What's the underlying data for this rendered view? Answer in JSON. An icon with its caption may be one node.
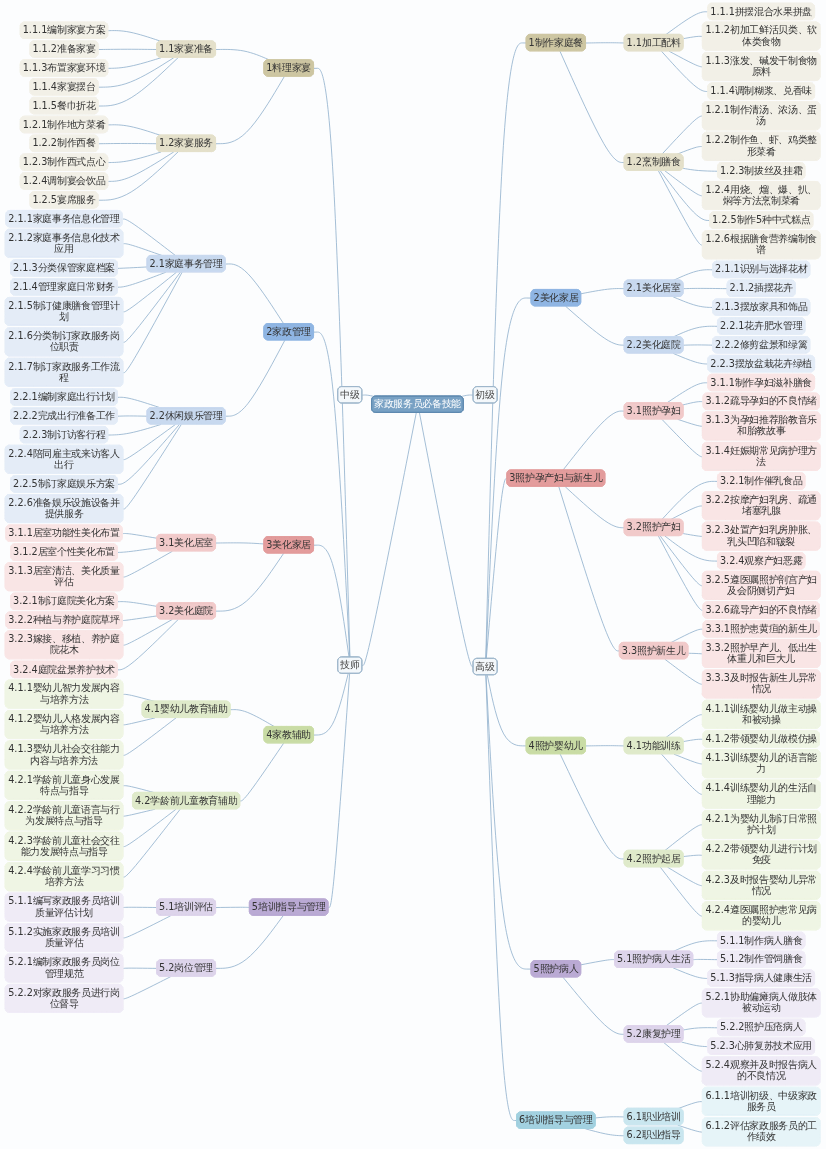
{
  "diagram": {
    "nodes": [
      {
        "text": [
          "家政服务员必备技能"
        ]
      },
      {
        "text": [
          "初级"
        ]
      },
      {
        "text": [
          "中级"
        ]
      },
      {
        "text": [
          "技师"
        ]
      },
      {
        "text": [
          "1料理家宴"
        ]
      },
      {
        "text": [
          "1.1家宴准备"
        ]
      },
      {
        "text": [
          "1.1.1编制家宴方案"
        ]
      },
      {
        "text": [
          "1.1.2准备家宴"
        ]
      },
      {
        "text": [
          "1.1.3布置家宴环境"
        ]
      },
      {
        "text": [
          "1.1.4家宴摆台"
        ]
      },
      {
        "text": [
          "1.1.5餐巾折花"
        ]
      },
      {
        "text": [
          "1.2家宴服务"
        ]
      },
      {
        "text": [
          "1.2.1制作地方菜肴"
        ]
      },
      {
        "text": [
          "1.2.2制作西餐"
        ]
      },
      {
        "text": [
          "1.2.3制作西式点心"
        ]
      },
      {
        "text": [
          "1.2.4调制宴会饮品"
        ]
      },
      {
        "text": [
          "1.2.5宴席服务"
        ]
      },
      {
        "text": [
          "2家政管理"
        ]
      },
      {
        "text": [
          "2.1家庭事务管理"
        ]
      },
      {
        "text": [
          "2.1.1家庭事务信息化管理"
        ]
      },
      {
        "text": [
          "2.1.2家庭事务信息化技术应用"
        ]
      },
      {
        "text": [
          "2.1.3分类保管家庭档案"
        ]
      },
      {
        "text": [
          "2.1.4管理家庭日常财务"
        ]
      },
      {
        "text": [
          "2.1.5制订健康膳食管理计划"
        ]
      },
      {
        "text": [
          "2.1.6分类制订家政服务岗位职责"
        ]
      },
      {
        "text": [
          "2.1.7制订家政服务工作流程"
        ]
      },
      {
        "text": [
          "2.2休闲娱乐管理"
        ]
      },
      {
        "text": [
          "2.2.1编制家庭出行计划"
        ]
      },
      {
        "text": [
          "2.2.2完成出行准备工作"
        ]
      },
      {
        "text": [
          "2.2.3制订访客行程"
        ]
      },
      {
        "text": [
          "2.2.4陪同雇主或来访客人出行"
        ]
      },
      {
        "text": [
          "2.2.5制订家庭娱乐方案"
        ]
      },
      {
        "text": [
          "2.2.6准备娱乐设施设备并提供服务"
        ]
      },
      {
        "text": [
          "3美化家居"
        ]
      },
      {
        "text": [
          "3.1美化居室"
        ]
      },
      {
        "text": [
          "3.1.1居室功能性美化布置"
        ]
      },
      {
        "text": [
          "3.1.2居室个性美化布置"
        ]
      },
      {
        "text": [
          "3.1.3居室清洁、美化质量评估"
        ]
      },
      {
        "text": [
          "3.2美化庭院"
        ]
      },
      {
        "text": [
          "3.2.1制订庭院美化方案"
        ]
      },
      {
        "text": [
          "3.2.2种植与养护庭院草坪"
        ]
      },
      {
        "text": [
          "3.2.3嫁接、移植、养护庭院花木"
        ]
      },
      {
        "text": [
          "3.2.4庭院盆景养护技术"
        ]
      },
      {
        "text": [
          "4家教辅助"
        ]
      },
      {
        "text": [
          "4.1婴幼儿教育辅助"
        ]
      },
      {
        "text": [
          "4.1.1婴幼儿智力发展内容与培养方法"
        ]
      },
      {
        "text": [
          "4.1.2婴幼儿人格发展内容与培养方法"
        ]
      },
      {
        "text": [
          "4.1.3婴幼儿社会交往能力内容与培养方法"
        ]
      },
      {
        "text": [
          "4.2学龄前儿童教育辅助"
        ]
      },
      {
        "text": [
          "4.2.1学龄前儿童身心发展特点与指导"
        ]
      },
      {
        "text": [
          "4.2.2学龄前儿童语言与行为发展特点与指导"
        ]
      },
      {
        "text": [
          "4.2.3学龄前儿童社会交往能力发展特点与指导"
        ]
      },
      {
        "text": [
          "4.2.4学龄前儿童学习习惯培养方法"
        ]
      },
      {
        "text": [
          "5培训指导与管理"
        ]
      },
      {
        "text": [
          "5.1培训评估"
        ]
      },
      {
        "text": [
          "5.1.1编写家政服务员培训质量评估计划"
        ]
      },
      {
        "text": [
          "5.1.2实施家政服务员培训质量评估"
        ]
      },
      {
        "text": [
          "5.2岗位管理"
        ]
      },
      {
        "text": [
          "5.2.1编制家政服务员岗位管理规范"
        ]
      },
      {
        "text": [
          "5.2.2对家政服务员进行岗位督导"
        ]
      },
      {
        "text": [
          "高级"
        ]
      },
      {
        "text": [
          "1制作家庭餐"
        ]
      },
      {
        "text": [
          "1.1加工配料"
        ]
      },
      {
        "text": [
          "1.1.1拼摆混合水果拼盘"
        ]
      },
      {
        "text": [
          "1.1.2初加工鲜活贝类、软体类食物"
        ]
      },
      {
        "text": [
          "1.1.3涨发、碱发干制食物原料"
        ]
      },
      {
        "text": [
          "1.1.4调制糊浆、兑香味"
        ]
      },
      {
        "text": [
          "1.2烹制膳食"
        ]
      },
      {
        "text": [
          "1.2.1制作清汤、浓汤、蛋汤"
        ]
      },
      {
        "text": [
          "1.2.2制作鱼、虾、鸡类整形菜肴"
        ]
      },
      {
        "text": [
          "1.2.3制拔丝及挂霜"
        ]
      },
      {
        "text": [
          "1.2.4用烧、熘、爆、扒、焖等方法烹制菜肴"
        ]
      },
      {
        "text": [
          "1.2.5制作5种中式糕点"
        ]
      },
      {
        "text": [
          "1.2.6根据膳食营养编制食谱"
        ]
      },
      {
        "text": [
          "2美化家居"
        ]
      },
      {
        "text": [
          "2.1美化居室"
        ]
      },
      {
        "text": [
          "2.1.1识别与选择花材"
        ]
      },
      {
        "text": [
          "2.1.2插摆花卉"
        ]
      },
      {
        "text": [
          "2.1.3摆放家具和饰品"
        ]
      },
      {
        "text": [
          "2.2美化庭院"
        ]
      },
      {
        "text": [
          "2.2.1花卉肥水管理"
        ]
      },
      {
        "text": [
          "2.2.2修剪盆景和绿篱"
        ]
      },
      {
        "text": [
          "2.2.3摆放盆栽花卉绿植"
        ]
      },
      {
        "text": [
          "3照护孕产妇与新生儿"
        ]
      },
      {
        "text": [
          "3.1照护孕妇"
        ]
      },
      {
        "text": [
          "3.1.1制作孕妇滋补膳食"
        ]
      },
      {
        "text": [
          "3.1.2疏导孕妇的不良情绪"
        ]
      },
      {
        "text": [
          "3.1.3为孕妇推荐胎教音乐和胎教故事"
        ]
      },
      {
        "text": [
          "3.1.4妊娠期常见病护理方法"
        ]
      },
      {
        "text": [
          "3.2照护产妇"
        ]
      },
      {
        "text": [
          "3.2.1制作催乳食品"
        ]
      },
      {
        "text": [
          "3.2.2按摩产妇乳房、疏通堵塞乳腺"
        ]
      },
      {
        "text": [
          "3.2.3处置产妇乳房肿胀、乳头凹陷和皲裂"
        ]
      },
      {
        "text": [
          "3.2.4观察产妇恶露"
        ]
      },
      {
        "text": [
          "3.2.5遵医嘱照护剖宫产妇及会阴侧切产妇"
        ]
      },
      {
        "text": [
          "3.2.6疏导产妇的不良情绪"
        ]
      },
      {
        "text": [
          "3.3照护新生儿"
        ]
      },
      {
        "text": [
          "3.3.1照护患黄疸的新生儿"
        ]
      },
      {
        "text": [
          "3.3.2照护早产儿、低出生体重儿和巨大儿"
        ]
      },
      {
        "text": [
          "3.3.3及时报告新生儿异常情况"
        ]
      },
      {
        "text": [
          "4照护婴幼儿"
        ]
      },
      {
        "text": [
          "4.1功能训练"
        ]
      },
      {
        "text": [
          "4.1.1训练婴幼儿做主动操和被动操"
        ]
      },
      {
        "text": [
          "4.1.2带领婴幼儿做模仿操"
        ]
      },
      {
        "text": [
          "4.1.3训练婴幼儿的语言能力"
        ]
      },
      {
        "text": [
          "4.1.4训练婴幼儿的生活自理能力"
        ]
      },
      {
        "text": [
          "4.2照护起居"
        ]
      },
      {
        "text": [
          "4.2.1为婴幼儿制订日常照护计划"
        ]
      },
      {
        "text": [
          "4.2.2带领婴幼儿进行计划免疫"
        ]
      },
      {
        "text": [
          "4.2.3及时报告婴幼儿异常情况"
        ]
      },
      {
        "text": [
          "4.2.4遵医嘱照护患常见病的婴幼儿"
        ]
      },
      {
        "text": [
          "5照护病人"
        ]
      },
      {
        "text": [
          "5.1照护病人生活"
        ]
      },
      {
        "text": [
          "5.1.1制作病人膳食"
        ]
      },
      {
        "text": [
          "5.1.2制作管饲膳食"
        ]
      },
      {
        "text": [
          "5.1.3指导病人健康生活"
        ]
      },
      {
        "text": [
          "5.2康复护理"
        ]
      },
      {
        "text": [
          "5.2.1协助偏瘫病人做肢体被动运动"
        ]
      },
      {
        "text": [
          "5.2.2照护压疮病人"
        ]
      },
      {
        "text": [
          "5.2.3心肺复苏技术应用"
        ]
      },
      {
        "text": [
          "5.2.4观察并及时报告病人的不良情况"
        ]
      },
      {
        "text": [
          "6培训指导与管理"
        ]
      },
      {
        "text": [
          "6.1职业培训"
        ]
      },
      {
        "text": [
          "6.1.1培训初级、中级家政服务员"
        ]
      },
      {
        "text": [
          "6.1.2评估家政服务员的工作绩效"
        ]
      },
      {
        "text": [
          "6.2职业指导"
        ]
      }
    ],
    "edges": [
      {
        "from": 0,
        "to": 1,
        "arrow": "none"
      },
      {
        "from": 0,
        "to": 2,
        "arrow": "none"
      },
      {
        "from": 0,
        "to": 3,
        "arrow": "none"
      },
      {
        "from": 3,
        "to": 4,
        "arrow": "none"
      },
      {
        "from": 4,
        "to": 5,
        "arrow": "none"
      },
      {
        "from": 5,
        "to": 6,
        "arrow": "none"
      },
      {
        "from": 5,
        "to": 7,
        "arrow": "none"
      },
      {
        "from": 5,
        "to": 8,
        "arrow": "none"
      },
      {
        "from": 5,
        "to": 9,
        "arrow": "none"
      },
      {
        "from": 5,
        "to": 10,
        "arrow": "none"
      },
      {
        "from": 4,
        "to": 11,
        "arrow": "none"
      },
      {
        "from": 11,
        "to": 12,
        "arrow": "none"
      },
      {
        "from": 11,
        "to": 13,
        "arrow": "none"
      },
      {
        "from": 11,
        "to": 14,
        "arrow": "none"
      },
      {
        "from": 11,
        "to": 15,
        "arrow": "none"
      },
      {
        "from": 11,
        "to": 16,
        "arrow": "none"
      },
      {
        "from": 3,
        "to": 17,
        "arrow": "none"
      },
      {
        "from": 17,
        "to": 18,
        "arrow": "none"
      },
      {
        "from": 18,
        "to": 19,
        "arrow": "none"
      },
      {
        "from": 18,
        "to": 20,
        "arrow": "none"
      },
      {
        "from": 18,
        "to": 21,
        "arrow": "none"
      },
      {
        "from": 18,
        "to": 22,
        "arrow": "none"
      },
      {
        "from": 18,
        "to": 23,
        "arrow": "none"
      },
      {
        "from": 18,
        "to": 24,
        "arrow": "none"
      },
      {
        "from": 18,
        "to": 25,
        "arrow": "none"
      },
      {
        "from": 17,
        "to": 26,
        "arrow": "none"
      },
      {
        "from": 26,
        "to": 27,
        "arrow": "none"
      },
      {
        "from": 26,
        "to": 28,
        "arrow": "none"
      },
      {
        "from": 26,
        "to": 29,
        "arrow": "none"
      },
      {
        "from": 26,
        "to": 30,
        "arrow": "none"
      },
      {
        "from": 26,
        "to": 31,
        "arrow": "none"
      },
      {
        "from": 26,
        "to": 32,
        "arrow": "none"
      },
      {
        "from": 3,
        "to": 33,
        "arrow": "none"
      },
      {
        "from": 33,
        "to": 34,
        "arrow": "none"
      },
      {
        "from": 34,
        "to": 35,
        "arrow": "none"
      },
      {
        "from": 34,
        "to": 36,
        "arrow": "none"
      },
      {
        "from": 34,
        "to": 37,
        "arrow": "none"
      },
      {
        "from": 33,
        "to": 38,
        "arrow": "none"
      },
      {
        "from": 38,
        "to": 39,
        "arrow": "none"
      },
      {
        "from": 38,
        "to": 40,
        "arrow": "none"
      },
      {
        "from": 38,
        "to": 41,
        "arrow": "none"
      },
      {
        "from": 38,
        "to": 42,
        "arrow": "none"
      },
      {
        "from": 3,
        "to": 43,
        "arrow": "none"
      },
      {
        "from": 43,
        "to": 44,
        "arrow": "none"
      },
      {
        "from": 44,
        "to": 45,
        "arrow": "none"
      },
      {
        "from": 44,
        "to": 46,
        "arrow": "none"
      },
      {
        "from": 44,
        "to": 47,
        "arrow": "none"
      },
      {
        "from": 43,
        "to": 48,
        "arrow": "none"
      },
      {
        "from": 48,
        "to": 49,
        "arrow": "none"
      },
      {
        "from": 48,
        "to": 50,
        "arrow": "none"
      },
      {
        "from": 48,
        "to": 51,
        "arrow": "none"
      },
      {
        "from": 48,
        "to": 52,
        "arrow": "none"
      },
      {
        "from": 3,
        "to": 53,
        "arrow": "none"
      },
      {
        "from": 53,
        "to": 54,
        "arrow": "none"
      },
      {
        "from": 54,
        "to": 55,
        "arrow": "none"
      },
      {
        "from": 54,
        "to": 56,
        "arrow": "none"
      },
      {
        "from": 53,
        "to": 57,
        "arrow": "none"
      },
      {
        "from": 57,
        "to": 58,
        "arrow": "none"
      },
      {
        "from": 57,
        "to": 59,
        "arrow": "none"
      },
      {
        "from": 0,
        "to": 60,
        "arrow": "none"
      },
      {
        "from": 60,
        "to": 61,
        "arrow": "none"
      },
      {
        "from": 61,
        "to": 62,
        "arrow": "none"
      },
      {
        "from": 62,
        "to": 63,
        "arrow": "none"
      },
      {
        "from": 62,
        "to": 64,
        "arrow": "none"
      },
      {
        "from": 62,
        "to": 65,
        "arrow": "none"
      },
      {
        "from": 62,
        "to": 66,
        "arrow": "none"
      },
      {
        "from": 61,
        "to": 67,
        "arrow": "none"
      },
      {
        "from": 67,
        "to": 68,
        "arrow": "none"
      },
      {
        "from": 67,
        "to": 69,
        "arrow": "none"
      },
      {
        "from": 67,
        "to": 70,
        "arrow": "none"
      },
      {
        "from": 67,
        "to": 71,
        "arrow": "none"
      },
      {
        "from": 67,
        "to": 72,
        "arrow": "none"
      },
      {
        "from": 67,
        "to": 73,
        "arrow": "none"
      },
      {
        "from": 60,
        "to": 74,
        "arrow": "none"
      },
      {
        "from": 74,
        "to": 75,
        "arrow": "none"
      },
      {
        "from": 75,
        "to": 76,
        "arrow": "none"
      },
      {
        "from": 75,
        "to": 77,
        "arrow": "none"
      },
      {
        "from": 75,
        "to": 78,
        "arrow": "none"
      },
      {
        "from": 74,
        "to": 79,
        "arrow": "none"
      },
      {
        "from": 79,
        "to": 80,
        "arrow": "none"
      },
      {
        "from": 79,
        "to": 81,
        "arrow": "none"
      },
      {
        "from": 79,
        "to": 82,
        "arrow": "none"
      },
      {
        "from": 60,
        "to": 83,
        "arrow": "none"
      },
      {
        "from": 83,
        "to": 84,
        "arrow": "none"
      },
      {
        "from": 84,
        "to": 85,
        "arrow": "none"
      },
      {
        "from": 84,
        "to": 86,
        "arrow": "none"
      },
      {
        "from": 84,
        "to": 87,
        "arrow": "none"
      },
      {
        "from": 84,
        "to": 88,
        "arrow": "none"
      },
      {
        "from": 83,
        "to": 89,
        "arrow": "none"
      },
      {
        "from": 89,
        "to": 90,
        "arrow": "none"
      },
      {
        "from": 89,
        "to": 91,
        "arrow": "none"
      },
      {
        "from": 89,
        "to": 92,
        "arrow": "none"
      },
      {
        "from": 89,
        "to": 93,
        "arrow": "none"
      },
      {
        "from": 89,
        "to": 94,
        "arrow": "none"
      },
      {
        "from": 89,
        "to": 95,
        "arrow": "none"
      },
      {
        "from": 83,
        "to": 96,
        "arrow": "none"
      },
      {
        "from": 96,
        "to": 97,
        "arrow": "none"
      },
      {
        "from": 96,
        "to": 98,
        "arrow": "none"
      },
      {
        "from": 96,
        "to": 99,
        "arrow": "none"
      },
      {
        "from": 60,
        "to": 100,
        "arrow": "none"
      },
      {
        "from": 100,
        "to": 101,
        "arrow": "none"
      },
      {
        "from": 101,
        "to": 102,
        "arrow": "none"
      },
      {
        "from": 101,
        "to": 103,
        "arrow": "none"
      },
      {
        "from": 101,
        "to": 104,
        "arrow": "none"
      },
      {
        "from": 101,
        "to": 105,
        "arrow": "none"
      },
      {
        "from": 100,
        "to": 106,
        "arrow": "none"
      },
      {
        "from": 106,
        "to": 107,
        "arrow": "none"
      },
      {
        "from": 106,
        "to": 108,
        "arrow": "none"
      },
      {
        "from": 106,
        "to": 109,
        "arrow": "none"
      },
      {
        "from": 106,
        "to": 110,
        "arrow": "none"
      },
      {
        "from": 60,
        "to": 111,
        "arrow": "none"
      },
      {
        "from": 111,
        "to": 112,
        "arrow": "none"
      },
      {
        "from": 112,
        "to": 113,
        "arrow": "none"
      },
      {
        "from": 112,
        "to": 114,
        "arrow": "none"
      },
      {
        "from": 112,
        "to": 115,
        "arrow": "none"
      },
      {
        "from": 111,
        "to": 116,
        "arrow": "none"
      },
      {
        "from": 116,
        "to": 117,
        "arrow": "none"
      },
      {
        "from": 116,
        "to": 118,
        "arrow": "none"
      },
      {
        "from": 116,
        "to": 119,
        "arrow": "none"
      },
      {
        "from": 116,
        "to": 120,
        "arrow": "none"
      },
      {
        "from": 60,
        "to": 121,
        "arrow": "none"
      },
      {
        "from": 121,
        "to": 122,
        "arrow": "none"
      },
      {
        "from": 122,
        "to": 123,
        "arrow": "none"
      },
      {
        "from": 122,
        "to": 124,
        "arrow": "none"
      },
      {
        "from": 121,
        "to": 125,
        "arrow": "none"
      }
    ]
  }
}
